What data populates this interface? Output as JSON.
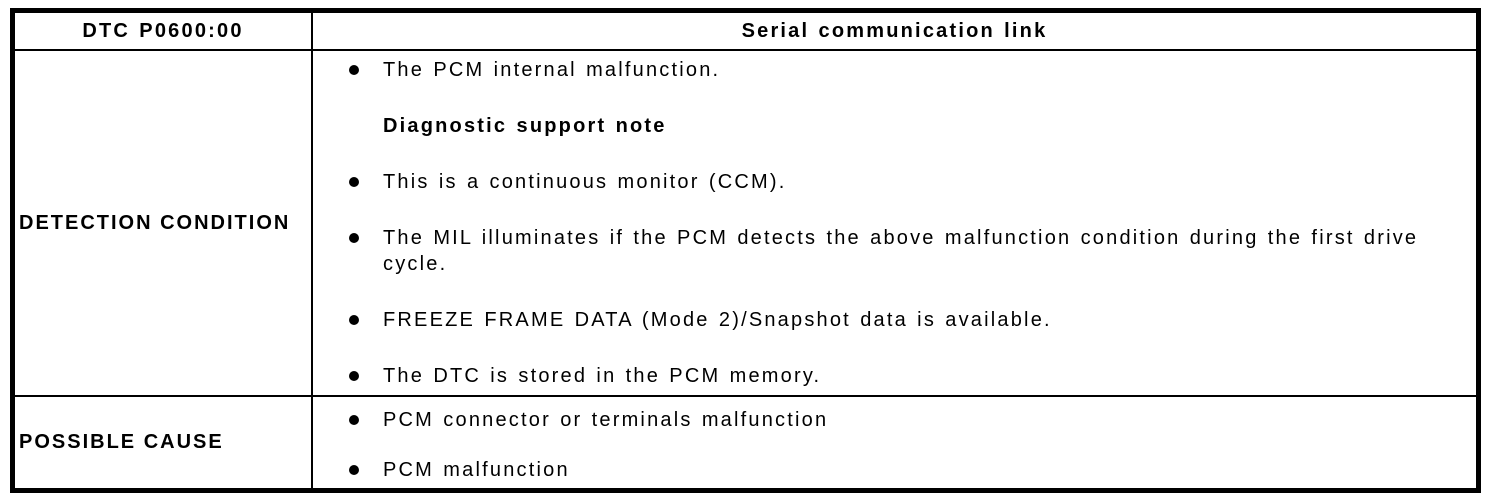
{
  "table": {
    "header": {
      "dtc_code": "DTC P0600:00",
      "title": "Serial communication link"
    },
    "detection": {
      "label": "DETECTION CONDITION",
      "items": [
        {
          "type": "bullet",
          "text": "The PCM internal malfunction."
        },
        {
          "type": "heading",
          "text": "Diagnostic support note"
        },
        {
          "type": "bullet",
          "text": "This is a continuous monitor (CCM)."
        },
        {
          "type": "bullet",
          "text": "The MIL illuminates if the PCM detects the above malfunction condition during the first drive cycle."
        },
        {
          "type": "bullet",
          "text": "FREEZE FRAME DATA (Mode 2)/Snapshot data is available."
        },
        {
          "type": "bullet",
          "text": "The DTC is stored in the PCM memory."
        }
      ]
    },
    "possible_cause": {
      "label": "POSSIBLE CAUSE",
      "items": [
        {
          "type": "bullet",
          "text": "PCM connector or terminals malfunction"
        },
        {
          "type": "bullet",
          "text": "PCM malfunction"
        }
      ]
    },
    "colors": {
      "border": "#000000",
      "background": "#ffffff",
      "text": "#000000"
    }
  }
}
